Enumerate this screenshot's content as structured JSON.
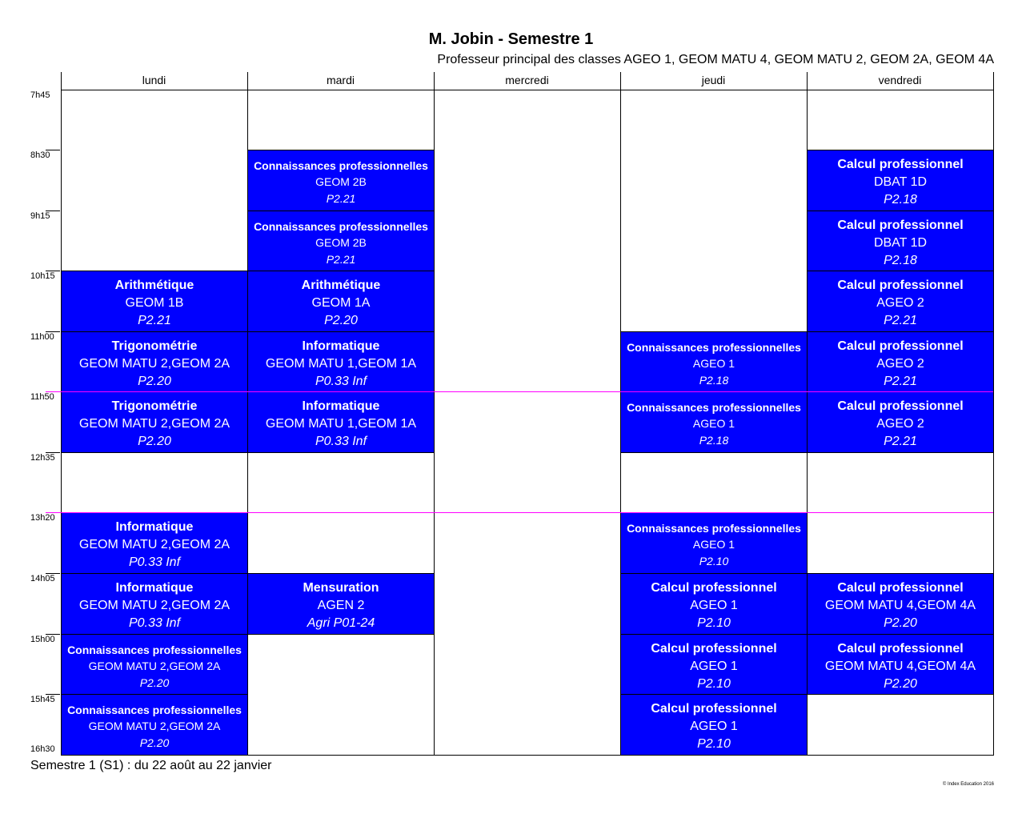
{
  "header": {
    "title": "M. Jobin - Semestre 1",
    "subtitle": "Professeur principal des classes AGEO 1, GEOM MATU 4, GEOM MATU 2, GEOM 2A, GEOM 4A"
  },
  "days": [
    "lundi",
    "mardi",
    "mercredi",
    "jeudi",
    "vendredi"
  ],
  "times": [
    "7h45",
    "8h30",
    "9h15",
    "10h15",
    "11h00",
    "11h50",
    "12h35",
    "13h20",
    "14h05",
    "15h00",
    "15h45",
    "16h30"
  ],
  "lessons": [
    {
      "day": 0,
      "start": 3,
      "subject": "Arithmétique",
      "class": "GEOM 1B",
      "room": "P2.21",
      "size": "big"
    },
    {
      "day": 0,
      "start": 4,
      "subject": "Trigonométrie",
      "class": "GEOM MATU 2,GEOM 2A",
      "room": "P2.20",
      "size": "big"
    },
    {
      "day": 0,
      "start": 5,
      "subject": "Trigonométrie",
      "class": "GEOM MATU 2,GEOM 2A",
      "room": "P2.20",
      "size": "big"
    },
    {
      "day": 0,
      "start": 7,
      "subject": "Informatique",
      "class": "GEOM MATU 2,GEOM 2A",
      "room": "P0.33 Inf",
      "size": "big"
    },
    {
      "day": 0,
      "start": 8,
      "subject": "Informatique",
      "class": "GEOM MATU 2,GEOM 2A",
      "room": "P0.33 Inf",
      "size": "big"
    },
    {
      "day": 0,
      "start": 9,
      "subject": "Connaissances professionnelles",
      "class": "GEOM MATU 2,GEOM 2A",
      "room": "P2.20",
      "size": "small"
    },
    {
      "day": 0,
      "start": 10,
      "subject": "Connaissances professionnelles",
      "class": "GEOM MATU 2,GEOM 2A",
      "room": "P2.20",
      "size": "small"
    },
    {
      "day": 1,
      "start": 1,
      "subject": "Connaissances professionnelles",
      "class": "GEOM 2B",
      "room": "P2.21",
      "size": "small"
    },
    {
      "day": 1,
      "start": 2,
      "subject": "Connaissances professionnelles",
      "class": "GEOM 2B",
      "room": "P2.21",
      "size": "small"
    },
    {
      "day": 1,
      "start": 3,
      "subject": "Arithmétique",
      "class": "GEOM 1A",
      "room": "P2.20",
      "size": "big"
    },
    {
      "day": 1,
      "start": 4,
      "subject": "Informatique",
      "class": "GEOM MATU 1,GEOM 1A",
      "room": "P0.33 Inf",
      "size": "big"
    },
    {
      "day": 1,
      "start": 5,
      "subject": "Informatique",
      "class": "GEOM MATU 1,GEOM 1A",
      "room": "P0.33 Inf",
      "size": "big"
    },
    {
      "day": 1,
      "start": 8,
      "subject": "Mensuration",
      "class": "AGEN 2",
      "room": "Agri P01-24",
      "size": "big"
    },
    {
      "day": 3,
      "start": 4,
      "subject": "Connaissances professionnelles",
      "class": "AGEO 1",
      "room": "P2.18",
      "size": "small"
    },
    {
      "day": 3,
      "start": 5,
      "subject": "Connaissances professionnelles",
      "class": "AGEO 1",
      "room": "P2.18",
      "size": "small"
    },
    {
      "day": 3,
      "start": 7,
      "subject": "Connaissances professionnelles",
      "class": "AGEO 1",
      "room": "P2.10",
      "size": "small"
    },
    {
      "day": 3,
      "start": 8,
      "subject": "Calcul professionnel",
      "class": "AGEO 1",
      "room": "P2.10",
      "size": "big"
    },
    {
      "day": 3,
      "start": 9,
      "subject": "Calcul professionnel",
      "class": "AGEO 1",
      "room": "P2.10",
      "size": "big"
    },
    {
      "day": 3,
      "start": 10,
      "subject": "Calcul professionnel",
      "class": "AGEO 1",
      "room": "P2.10",
      "size": "big"
    },
    {
      "day": 4,
      "start": 1,
      "subject": "Calcul professionnel",
      "class": "DBAT 1D",
      "room": "P2.18",
      "size": "big"
    },
    {
      "day": 4,
      "start": 2,
      "subject": "Calcul professionnel",
      "class": "DBAT 1D",
      "room": "P2.18",
      "size": "big"
    },
    {
      "day": 4,
      "start": 3,
      "subject": "Calcul professionnel",
      "class": "AGEO 2",
      "room": "P2.21",
      "size": "big"
    },
    {
      "day": 4,
      "start": 4,
      "subject": "Calcul professionnel",
      "class": "AGEO 2",
      "room": "P2.21",
      "size": "big"
    },
    {
      "day": 4,
      "start": 5,
      "subject": "Calcul professionnel",
      "class": "AGEO 2",
      "room": "P2.21",
      "size": "big"
    },
    {
      "day": 4,
      "start": 8,
      "subject": "Calcul professionnel",
      "class": "GEOM MATU 4,GEOM 4A",
      "room": "P2.20",
      "size": "big"
    },
    {
      "day": 4,
      "start": 9,
      "subject": "Calcul professionnel",
      "class": "GEOM MATU 4,GEOM 4A",
      "room": "P2.20",
      "size": "big"
    }
  ],
  "footer": {
    "note": "Semestre 1 (S1) : du 22 août au 22 janvier",
    "copyright": "© Index Education 2016"
  }
}
